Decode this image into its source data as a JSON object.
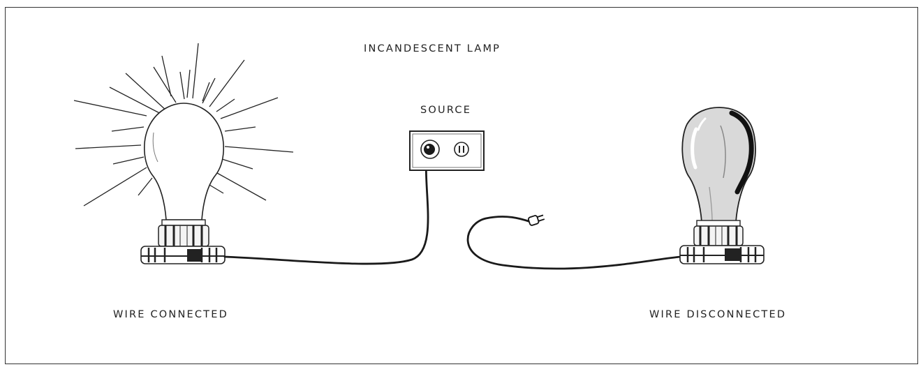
{
  "labels": {
    "title": "INCANDESCENT LAMP",
    "source": "SOURCE",
    "left_caption": "WIRE CONNECTED",
    "right_caption": "WIRE DISCONNECTED"
  },
  "colors": {
    "ink": "#222222",
    "frame": "#333333",
    "background": "#ffffff"
  }
}
